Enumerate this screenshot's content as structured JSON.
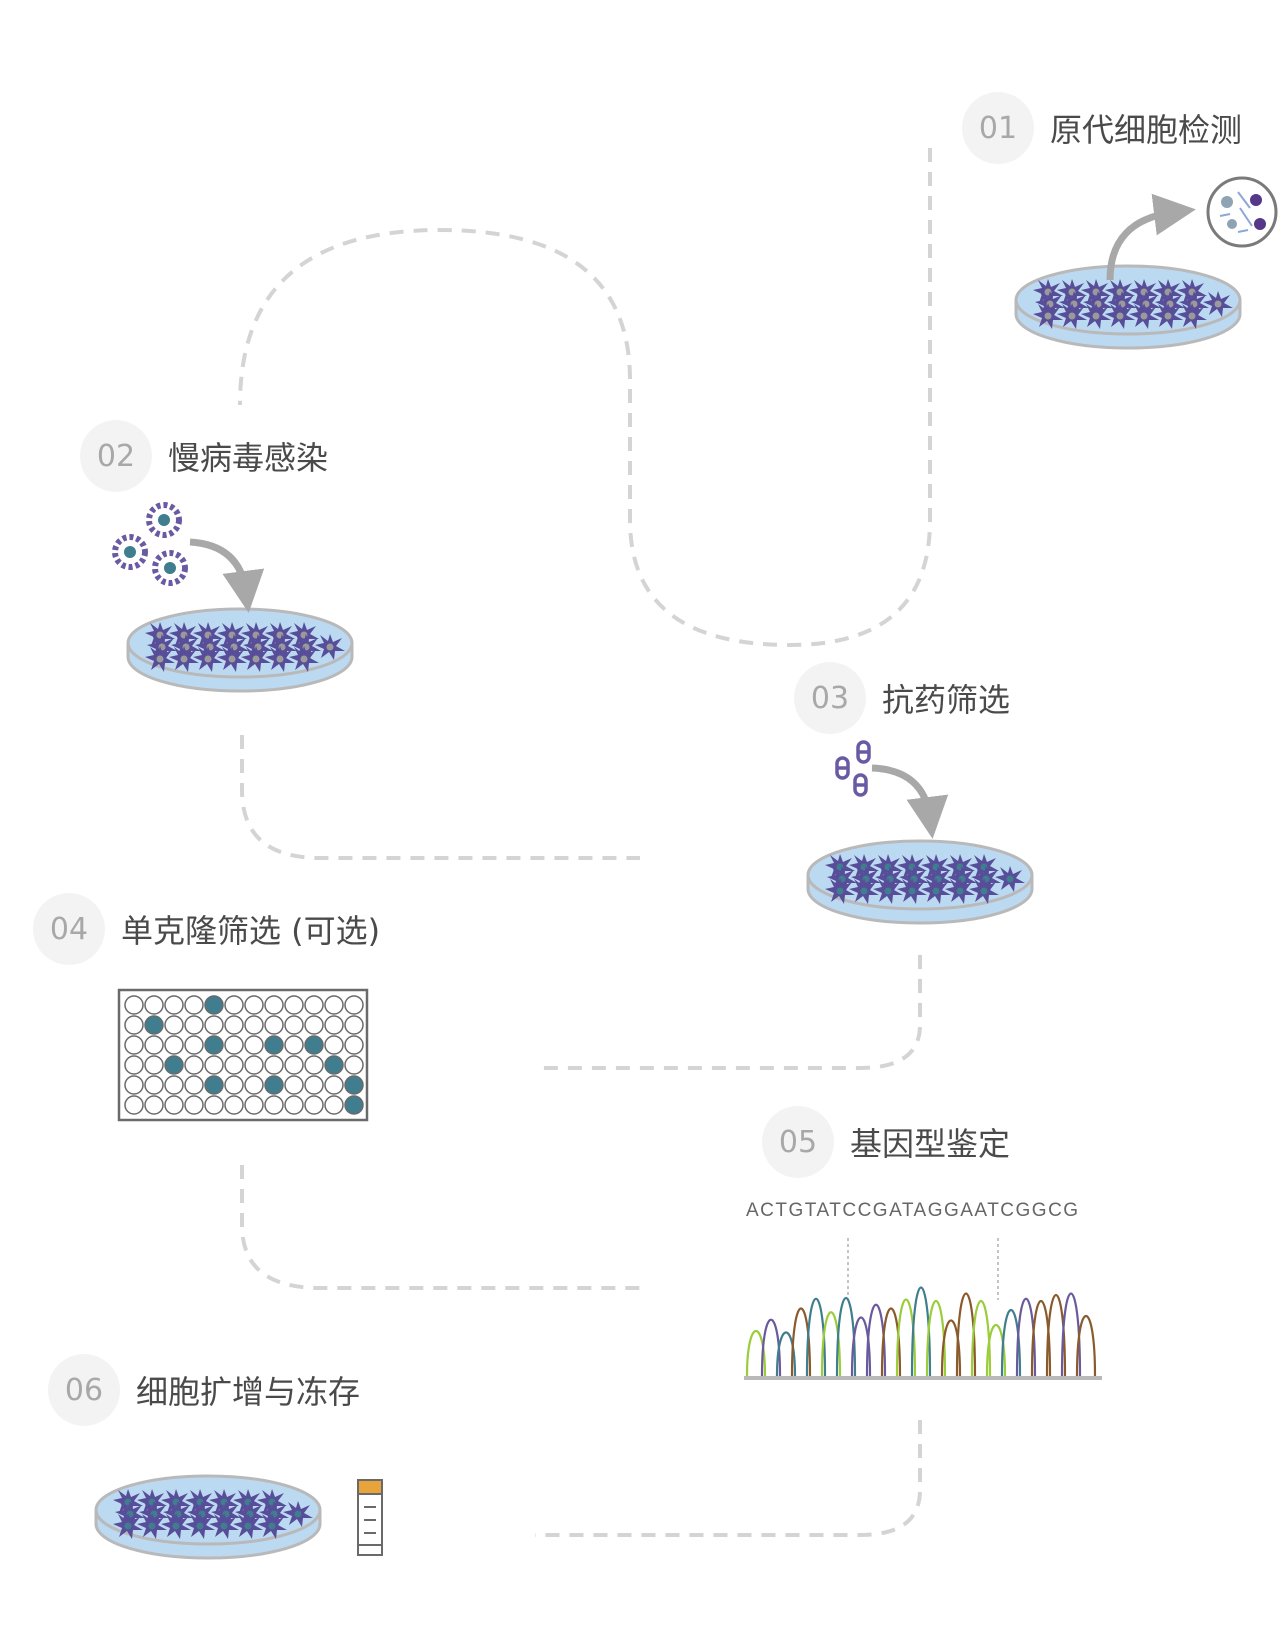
{
  "steps": [
    {
      "num": "01",
      "title": "原代细胞检测"
    },
    {
      "num": "02",
      "title": "慢病毒感染"
    },
    {
      "num": "03",
      "title": "抗药筛选"
    },
    {
      "num": "04",
      "title": "单克隆筛选 (可选)"
    },
    {
      "num": "05",
      "title": "基因型鉴定"
    },
    {
      "num": "06",
      "title": "细胞扩增与冻存"
    }
  ],
  "sequence": "ACTGTATCCGATAGGAATCGGCG",
  "colors": {
    "path": "#d4d4d4",
    "dish_fill": "#bcd9f2",
    "dish_rim": "#b9b9b9",
    "cell": "#574d99",
    "nucleus_gray": "#9a9a9a",
    "nucleus_teal": "#3f7d8f",
    "arrow": "#a8a8a8",
    "virus": "#6a5aa3",
    "well_filled": "#3f7d8f",
    "trace_green": "#9bcc3a",
    "trace_purple": "#6a5a9c",
    "trace_brown": "#8a5a2c",
    "trace_teal": "#3f7d8f"
  },
  "plate_filled_wells": [
    [
      0,
      4
    ],
    [
      1,
      1
    ],
    [
      2,
      4
    ],
    [
      2,
      7
    ],
    [
      2,
      9
    ],
    [
      3,
      2
    ],
    [
      3,
      10
    ],
    [
      4,
      4
    ],
    [
      4,
      7
    ],
    [
      4,
      11
    ],
    [
      5,
      11
    ]
  ],
  "chromatogram_peaks": [
    {
      "base": "A",
      "h": 60
    },
    {
      "base": "C",
      "h": 75
    },
    {
      "base": "T",
      "h": 58
    },
    {
      "base": "G",
      "h": 90
    },
    {
      "base": "T",
      "h": 103
    },
    {
      "base": "A",
      "h": 85
    },
    {
      "base": "T",
      "h": 104
    },
    {
      "base": "C",
      "h": 78
    },
    {
      "base": "C",
      "h": 95
    },
    {
      "base": "G",
      "h": 90
    },
    {
      "base": "A",
      "h": 102
    },
    {
      "base": "T",
      "h": 118
    },
    {
      "base": "A",
      "h": 100
    },
    {
      "base": "G",
      "h": 74
    },
    {
      "base": "G",
      "h": 110
    },
    {
      "base": "A",
      "h": 100
    },
    {
      "base": "A",
      "h": 68
    },
    {
      "base": "T",
      "h": 88
    },
    {
      "base": "C",
      "h": 103
    },
    {
      "base": "G",
      "h": 100
    },
    {
      "base": "G",
      "h": 108
    },
    {
      "base": "C",
      "h": 110
    },
    {
      "base": "G",
      "h": 80
    }
  ]
}
